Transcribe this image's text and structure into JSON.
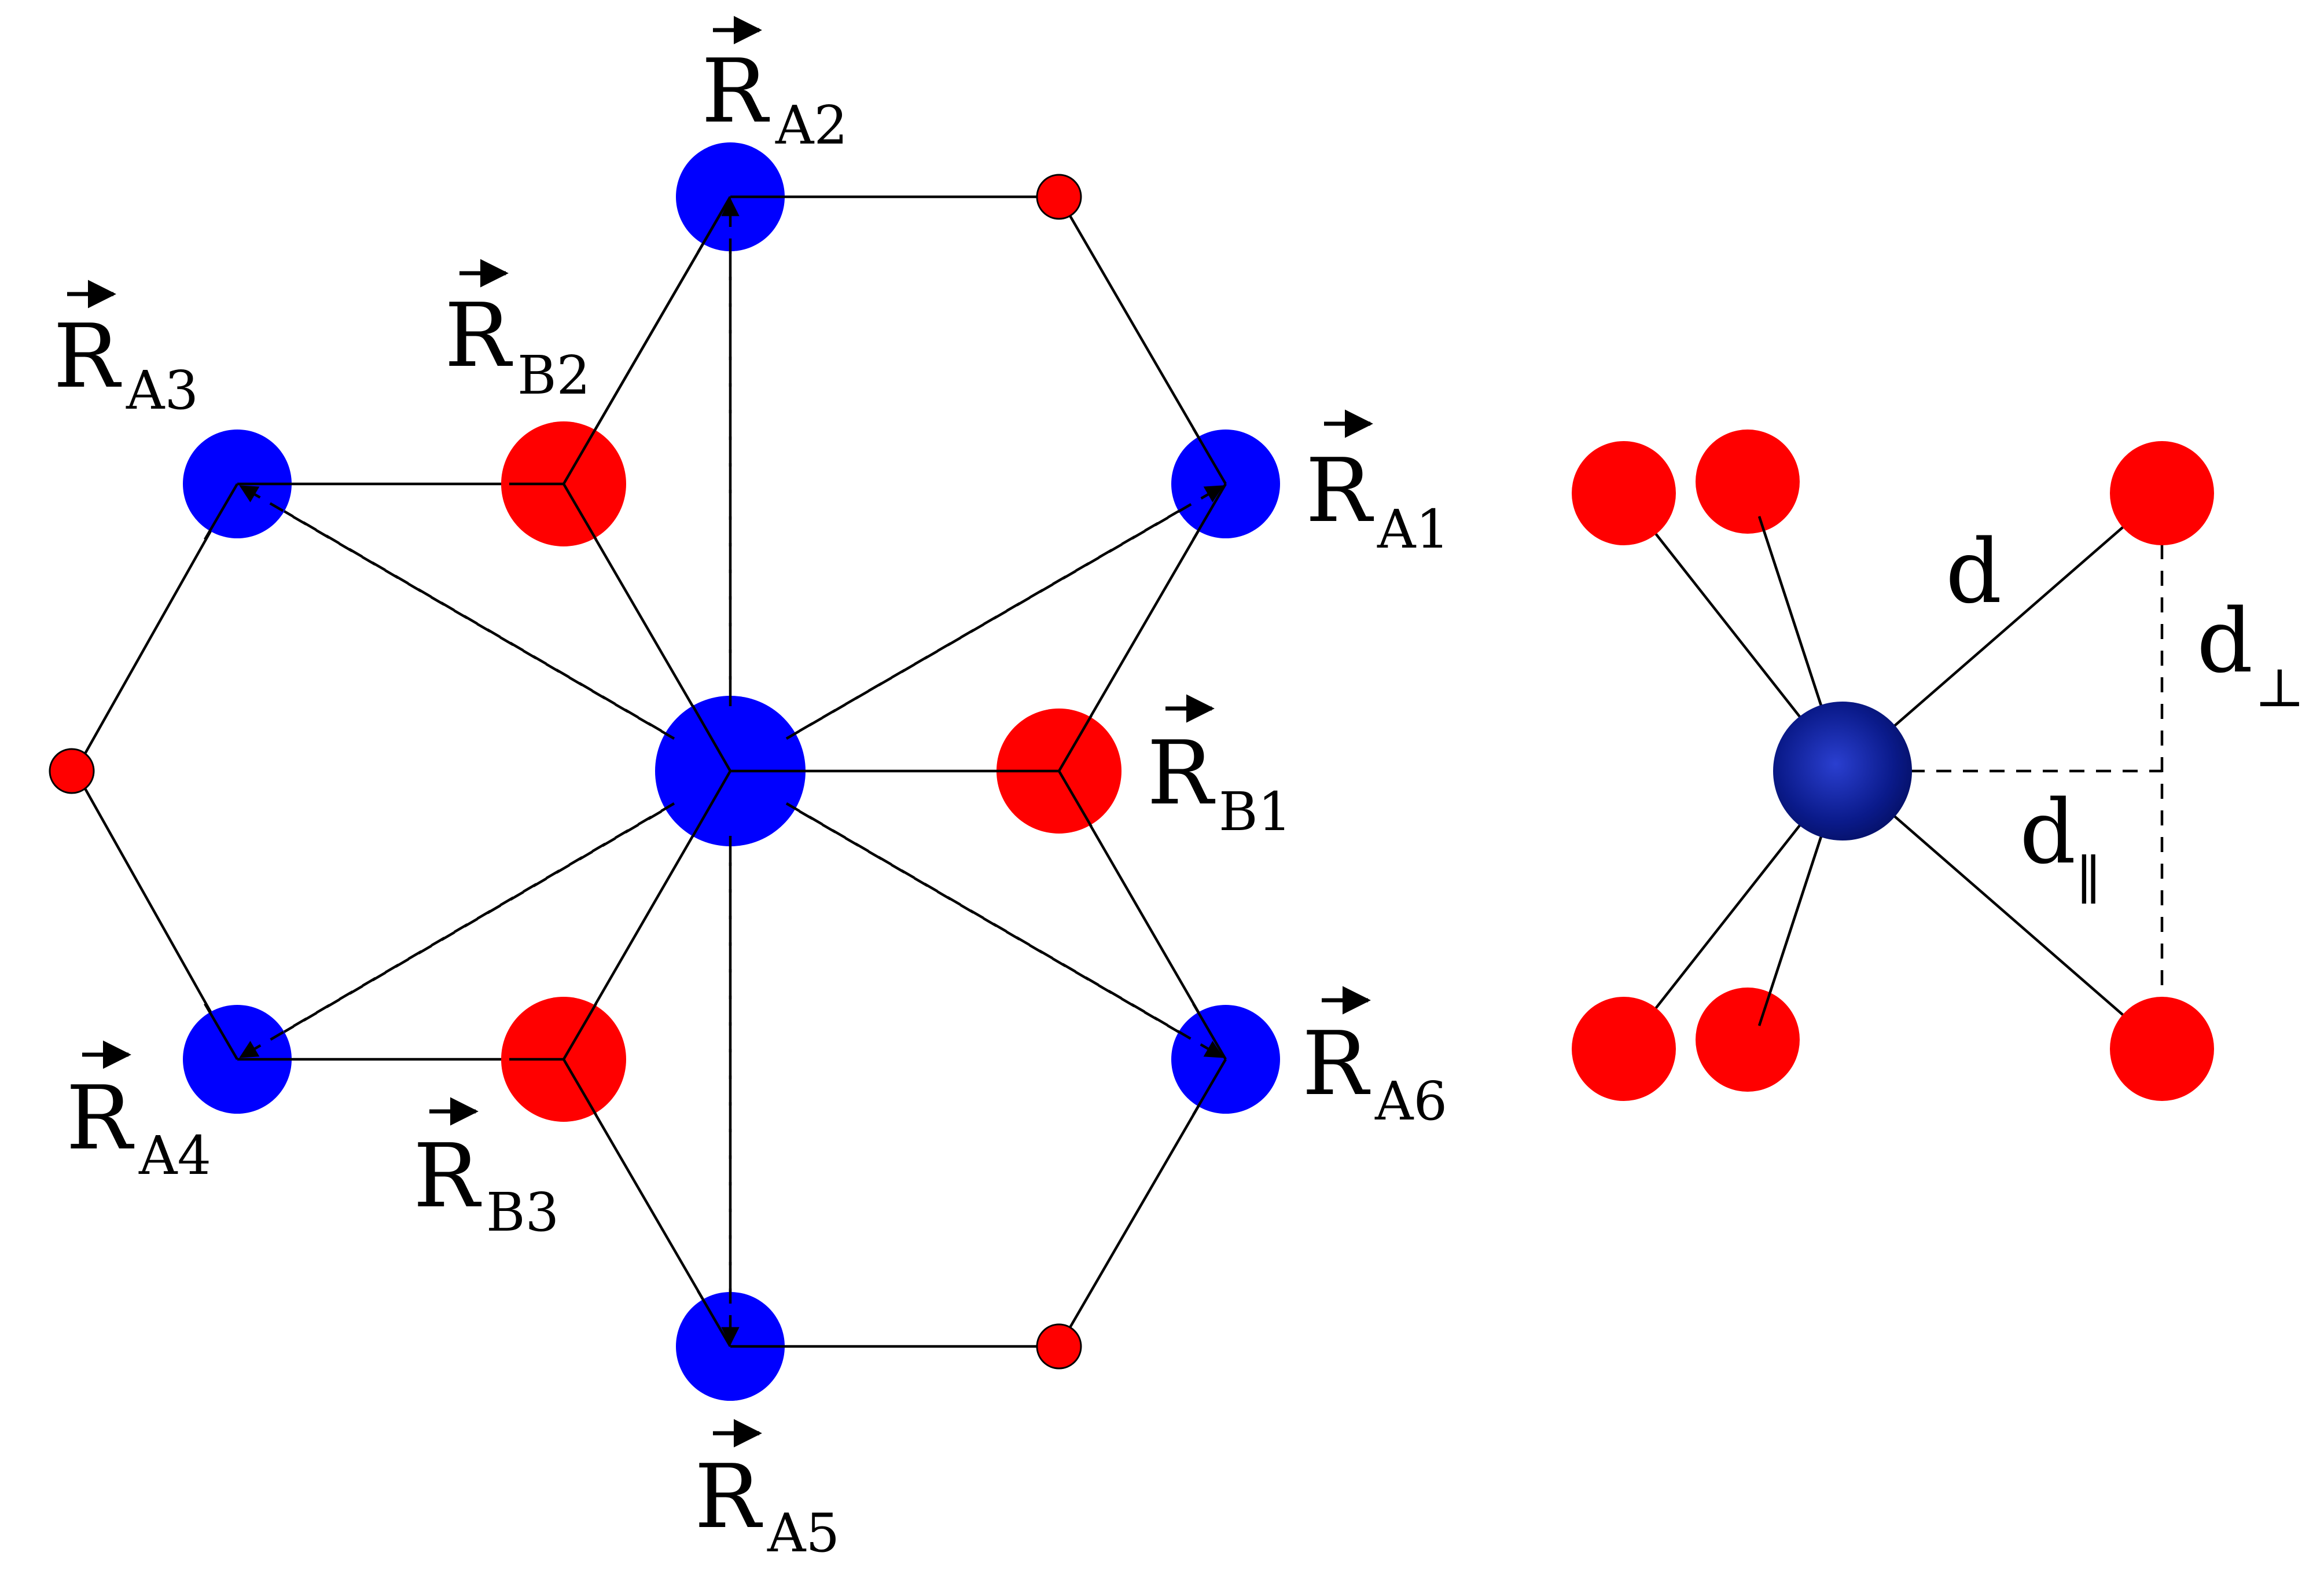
{
  "labels": {
    "vector_symbol": "R",
    "A1": "A1",
    "A2": "A2",
    "A3": "A3",
    "A4": "A4",
    "A5": "A5",
    "A6": "A6",
    "B1": "B1",
    "B2": "B2",
    "B3": "B3",
    "d": "d",
    "d_perp_sub": "⊥",
    "d_par_sub": "∥"
  },
  "colors": {
    "atom_a": "#0000ff",
    "atom_b": "#ff0000",
    "atom_dark_blue": "#0a1a8a",
    "lines": "#000000"
  }
}
